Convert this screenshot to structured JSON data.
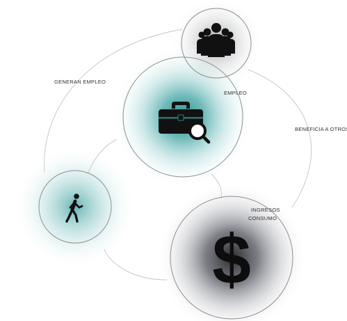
{
  "nodes": [
    {
      "id": "personas",
      "icon": "people-group-icon"
    },
    {
      "id": "empleo",
      "icon": "briefcase-search-icon"
    },
    {
      "id": "trabajador",
      "icon": "walking-person-icon"
    },
    {
      "id": "dinero",
      "icon": "dollar-sign-icon",
      "symbol": "$"
    }
  ],
  "labels": {
    "generan_empleo": "GENERAN EMPLEO",
    "empleo": "EMPLEO",
    "beneficia_a_otros": "BENEFICIA A OTROS",
    "ingresos": "INGRESOS",
    "consumo": "CONSUMO"
  },
  "colors": {
    "teal_glow": "#4fb3b3",
    "dark_glow": "#3a3d44",
    "icon": "#111111",
    "connector": "#c9c9c9"
  }
}
